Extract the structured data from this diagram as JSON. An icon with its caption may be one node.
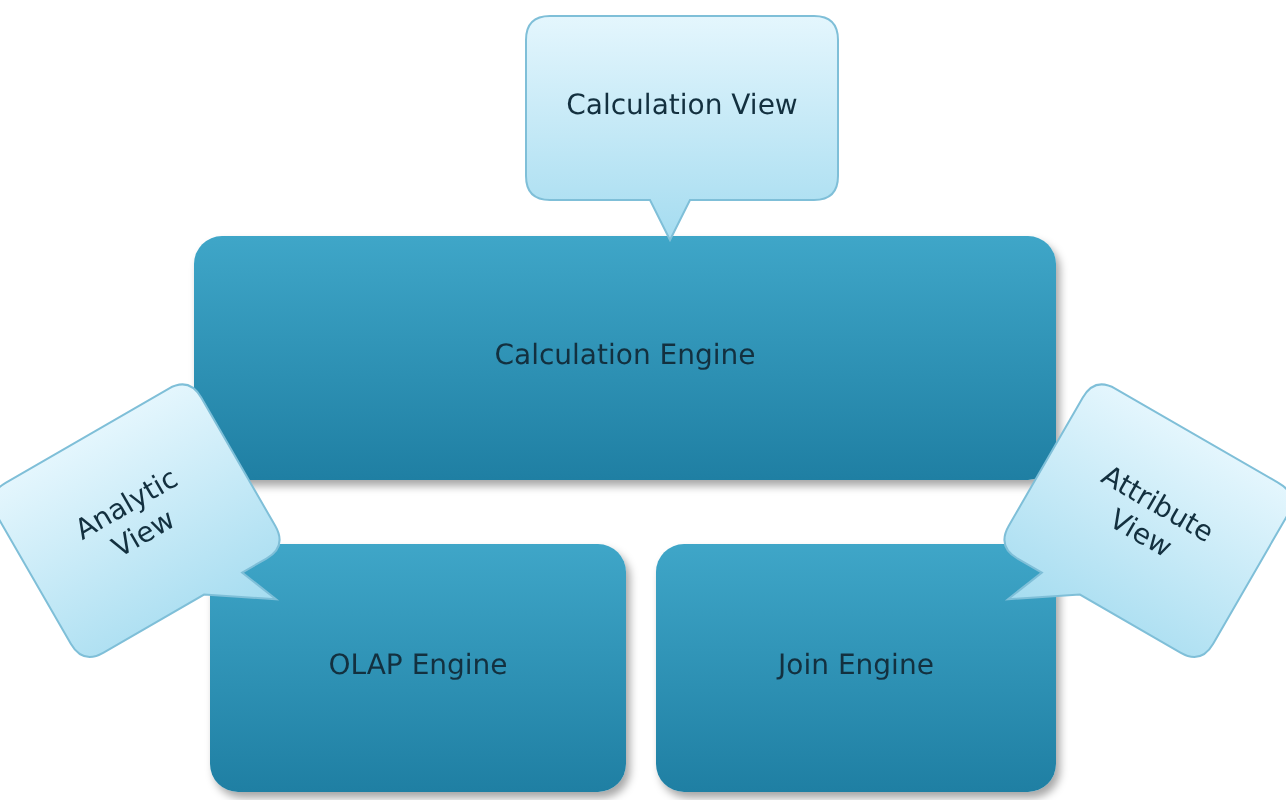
{
  "diagram": {
    "nodes": [
      {
        "text": [
          "Calculation View"
        ]
      },
      {
        "text": [
          "Calculation Engine"
        ]
      },
      {
        "text": [
          "Analytic View"
        ]
      },
      {
        "text": [
          "Attribute View"
        ]
      },
      {
        "text": [
          "OLAP Engine"
        ]
      },
      {
        "text": [
          "Join Engine"
        ]
      }
    ]
  }
}
